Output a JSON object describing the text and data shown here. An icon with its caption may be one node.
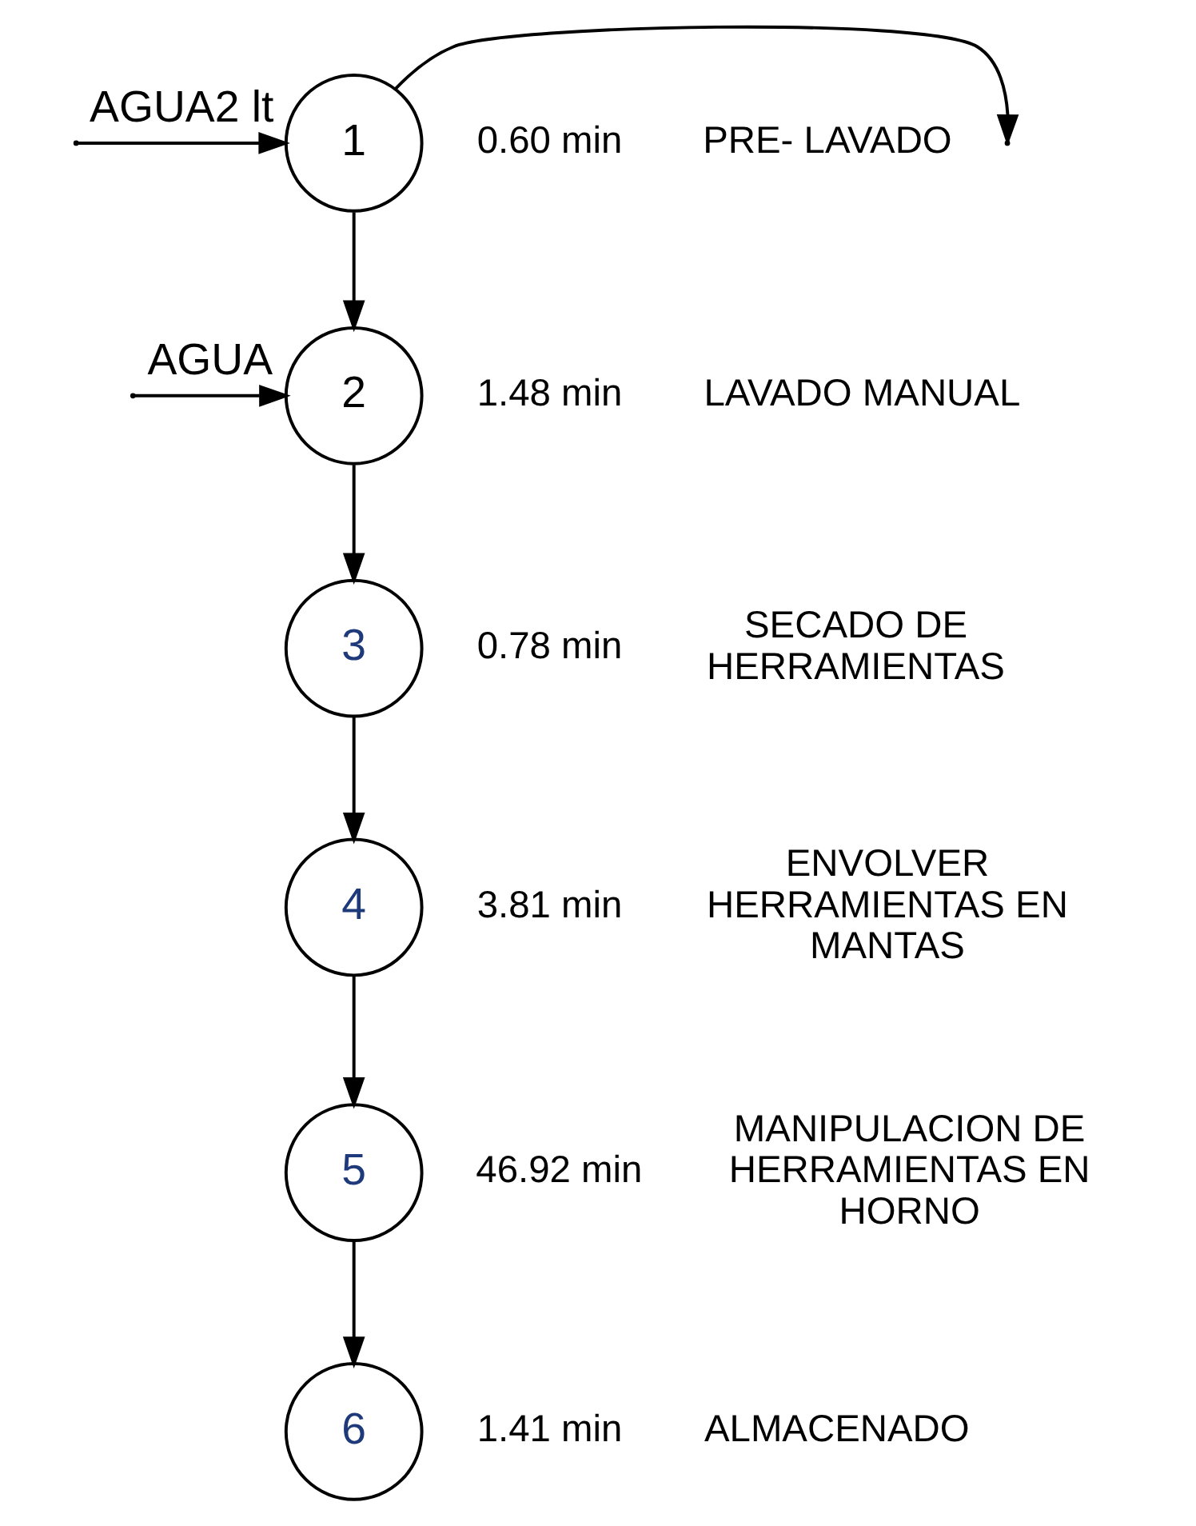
{
  "diagram": {
    "nodes": [
      {
        "text": [
          "1"
        ],
        "beside": [
          "0.60 min",
          "PRE- LAVADO"
        ]
      },
      {
        "text": [
          "2"
        ],
        "beside": [
          "1.48 min",
          "LAVADO MANUAL"
        ]
      },
      {
        "text": [
          "3"
        ],
        "beside": [
          "0.78 min",
          "SECADO DE HERRAMIENTAS"
        ]
      },
      {
        "text": [
          "4"
        ],
        "beside": [
          "3.81 min",
          "ENVOLVER HERRAMIENTAS EN MANTAS"
        ]
      },
      {
        "text": [
          "5"
        ],
        "beside": [
          "46.92 min",
          "MANIPULACION DE HERRAMIENTAS EN HORNO"
        ]
      },
      {
        "text": [
          "6"
        ],
        "beside": [
          "1.41 min",
          "ALMACENADO"
        ]
      }
    ],
    "edges": [
      {
        "from": 0,
        "to": null,
        "arrow": "to"
      },
      {
        "from": null,
        "to": 0,
        "arrow": "to",
        "label": "AGUA2 lt"
      },
      {
        "from": 0,
        "to": 1,
        "arrow": "to"
      },
      {
        "from": null,
        "to": 1,
        "arrow": "to",
        "label": "AGUA"
      },
      {
        "from": 1,
        "to": 2,
        "arrow": "to"
      },
      {
        "from": 2,
        "to": 3,
        "arrow": "to"
      },
      {
        "from": 3,
        "to": 4,
        "arrow": "to"
      },
      {
        "from": 4,
        "to": 5,
        "arrow": "to"
      }
    ]
  }
}
